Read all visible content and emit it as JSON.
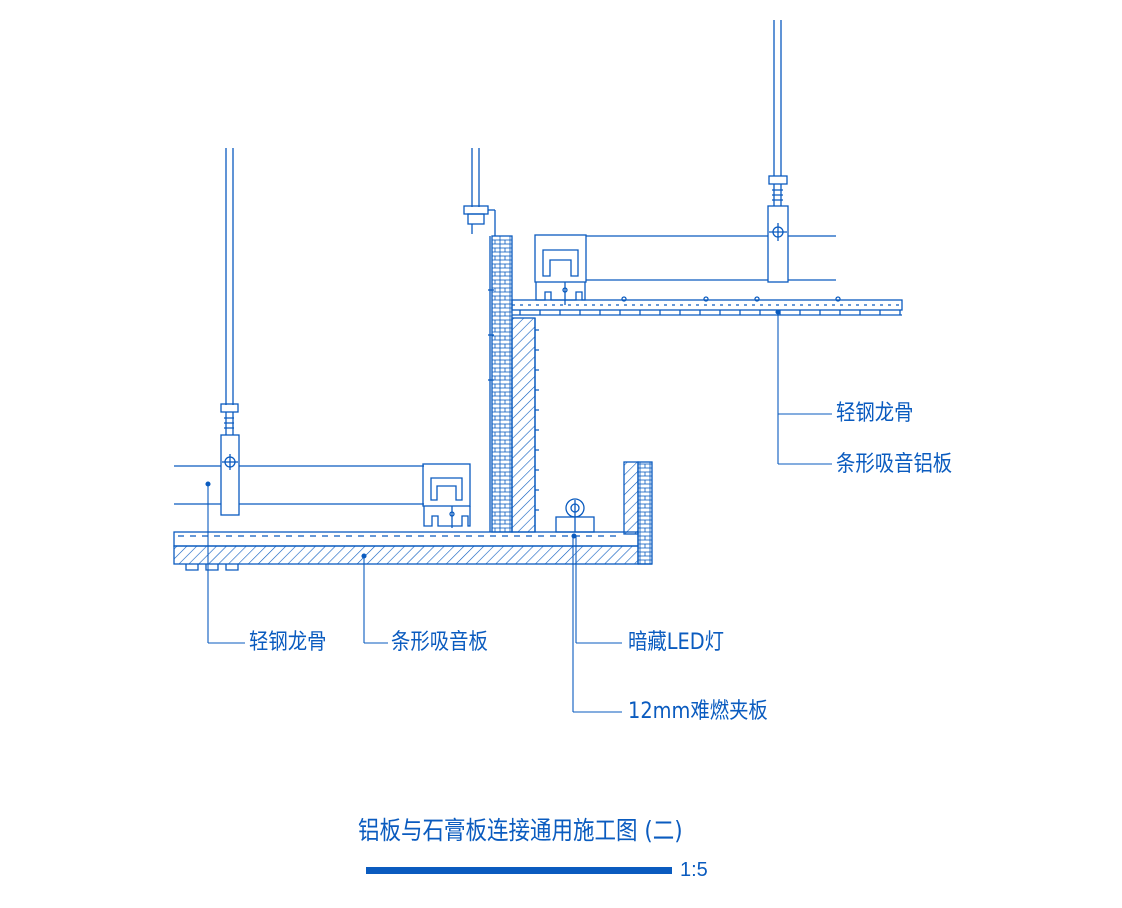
{
  "colors": {
    "line": "#0a5bbf",
    "background": "#ffffff"
  },
  "labels": {
    "right_keel": "轻钢龙骨",
    "right_panel": "条形吸音铝板",
    "left_keel": "轻钢龙骨",
    "left_panel": "条形吸音板",
    "led": "暗藏LED灯",
    "board": "12mm难燃夹板"
  },
  "title": "铝板与石膏板连接通用施工图 (二)",
  "scale": "1:5"
}
